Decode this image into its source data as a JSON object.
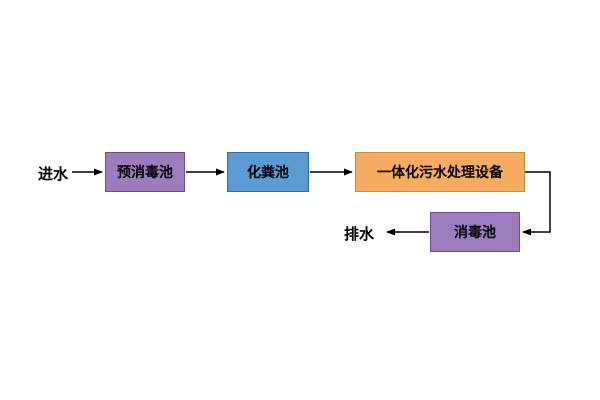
{
  "diagram": {
    "title": "sewage-treatment-flowchart",
    "labels": {
      "inflow": "进水",
      "outflow": "排水"
    },
    "nodes": [
      {
        "id": "pre-disinfection-tank",
        "label": "预消毒池",
        "fill": "#9d7bbd",
        "border": "#6a4f8a"
      },
      {
        "id": "septic-tank",
        "label": "化粪池",
        "fill": "#5b9bd5",
        "border": "#2e6da4"
      },
      {
        "id": "integrated-treatment-equipment",
        "label": "一体化污水处理设备",
        "fill": "#f6ab5e",
        "border": "#c98a3d"
      },
      {
        "id": "disinfection-tank",
        "label": "消毒池",
        "fill": "#9d7bbd",
        "border": "#6a4f8a"
      }
    ],
    "arrow_color": "#000000"
  }
}
